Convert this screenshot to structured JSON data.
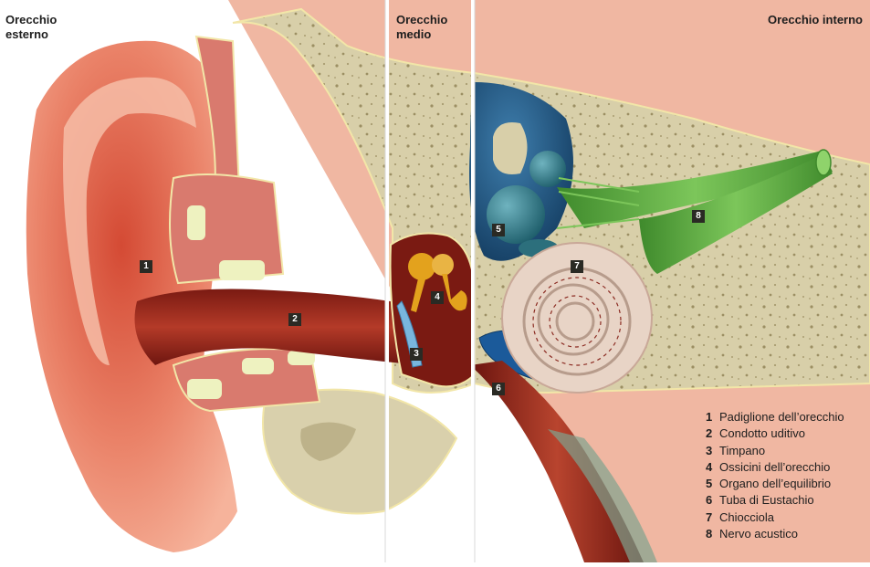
{
  "sections": {
    "outer": "Orecchio\nesterno",
    "middle": "Orecchio\nmedio",
    "inner": "Orecchio interno"
  },
  "markers": [
    "1",
    "2",
    "3",
    "4",
    "5",
    "6",
    "7",
    "8"
  ],
  "legend": [
    {
      "num": "1",
      "label": "Padiglione dell’orecchio"
    },
    {
      "num": "2",
      "label": "Condotto uditivo"
    },
    {
      "num": "3",
      "label": "Timpano"
    },
    {
      "num": "4",
      "label": "Ossicini dell’orecchio"
    },
    {
      "num": "5",
      "label": "Organo dell’equilibrio"
    },
    {
      "num": "6",
      "label": "Tuba di Eustachio"
    },
    {
      "num": "7",
      "label": "Chiocciola"
    },
    {
      "num": "8",
      "label": "Nervo acustico"
    }
  ],
  "colors": {
    "skin": "#f2a08a",
    "skin_dark": "#e2735c",
    "cartilage": "#d97a6e",
    "bone": "#d8cfa9",
    "canal": "#9e2a1e",
    "canal_dark": "#6a1410",
    "vestibule_blue": "#1b4f7a",
    "labyrinth_teal": "#2c7f8c",
    "cochlea": "#e7d3c6",
    "nerve": "#5fae3f",
    "ossicle": "#e3a21d",
    "eardrum": "#79b6dd",
    "divider": "#ffffff"
  }
}
